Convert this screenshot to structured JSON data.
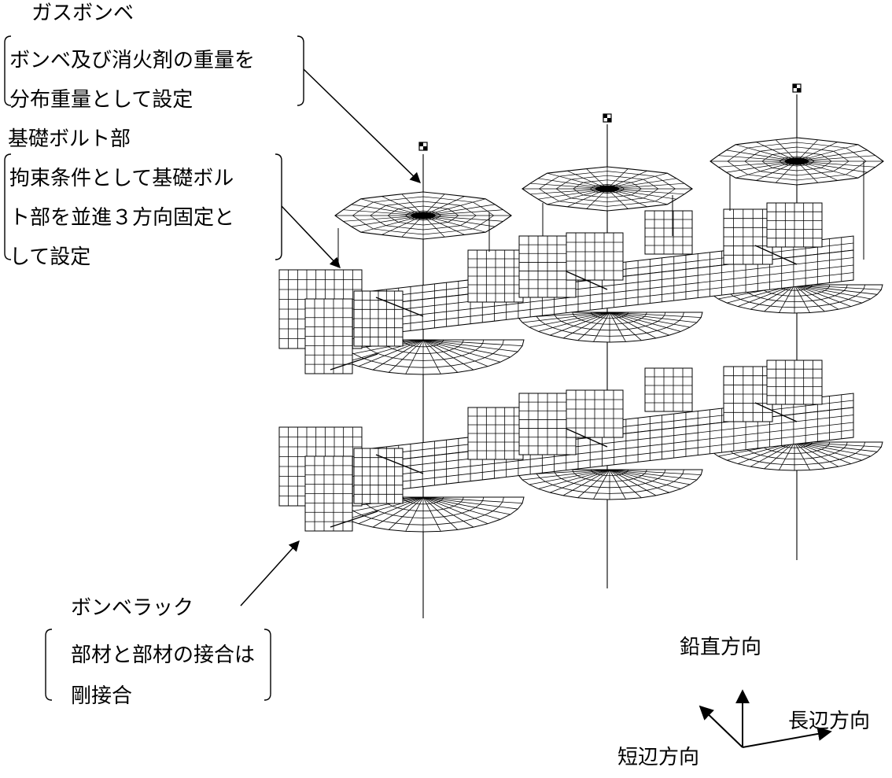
{
  "callouts": {
    "gas_cylinder": {
      "title": "ガスボンベ",
      "body_line1": "ボンベ及び消火剤の重量を",
      "body_line2": "分布重量として設定"
    },
    "anchor_bolt": {
      "title": "基礎ボルト部",
      "body_line1": "拘束条件として基礎ボル",
      "body_line2": "ト部を並進３方向固定と",
      "body_line3": "して設定"
    },
    "cylinder_rack": {
      "title": "ボンベラック",
      "body_line1": "部材と部材の接合は",
      "body_line2": "剛接合"
    }
  },
  "axes": {
    "vertical": "鉛直方向",
    "long_side": "長辺方向",
    "short_side": "短辺方向"
  },
  "colors": {
    "line": "#000000",
    "background": "#ffffff"
  }
}
